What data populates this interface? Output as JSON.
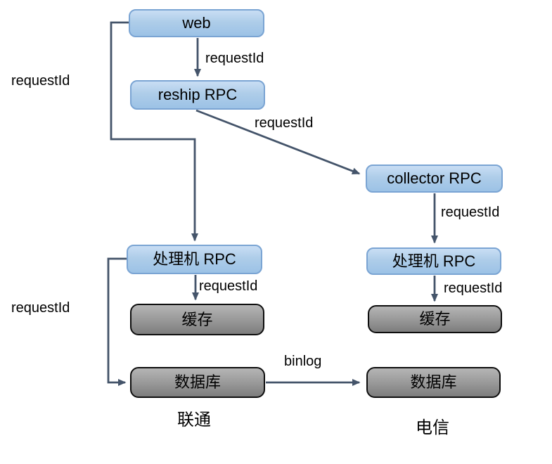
{
  "diagram": {
    "nodes": {
      "web": {
        "label": "web",
        "type": "service"
      },
      "reship": {
        "label": "reship RPC",
        "type": "service"
      },
      "collector": {
        "label": "collector RPC",
        "type": "service"
      },
      "processor_left": {
        "label": "处理机 RPC",
        "type": "service"
      },
      "processor_right": {
        "label": "处理机 RPC",
        "type": "service"
      },
      "cache_left": {
        "label": "缓存",
        "type": "storage"
      },
      "cache_right": {
        "label": "缓存",
        "type": "storage"
      },
      "db_left": {
        "label": "数据库",
        "type": "storage"
      },
      "db_right": {
        "label": "数据库",
        "type": "storage"
      }
    },
    "edges": {
      "web_to_reship": {
        "label": "requestId"
      },
      "reship_to_collector": {
        "label": "requestId"
      },
      "collector_to_processor_right": {
        "label": "requestId"
      },
      "processor_right_to_cache_right": {
        "label": "requestId"
      },
      "processor_left_to_cache_left": {
        "label": "requestId"
      },
      "web_to_processor_left": {
        "label": "requestId"
      },
      "processor_left_to_db_left": {
        "label": "requestId"
      },
      "db_left_to_db_right": {
        "label": "binlog"
      }
    },
    "regions": {
      "left": "联通",
      "right": "电信"
    },
    "colors": {
      "service_fill_top": "#c9def4",
      "service_fill_bottom": "#9cc2e6",
      "service_border": "#7aa4d3",
      "storage_fill_top": "#b5b5b5",
      "storage_fill_bottom": "#7d7d7d",
      "storage_border": "#0d0d0d",
      "connector": "#44546a",
      "text": "#000000"
    }
  }
}
